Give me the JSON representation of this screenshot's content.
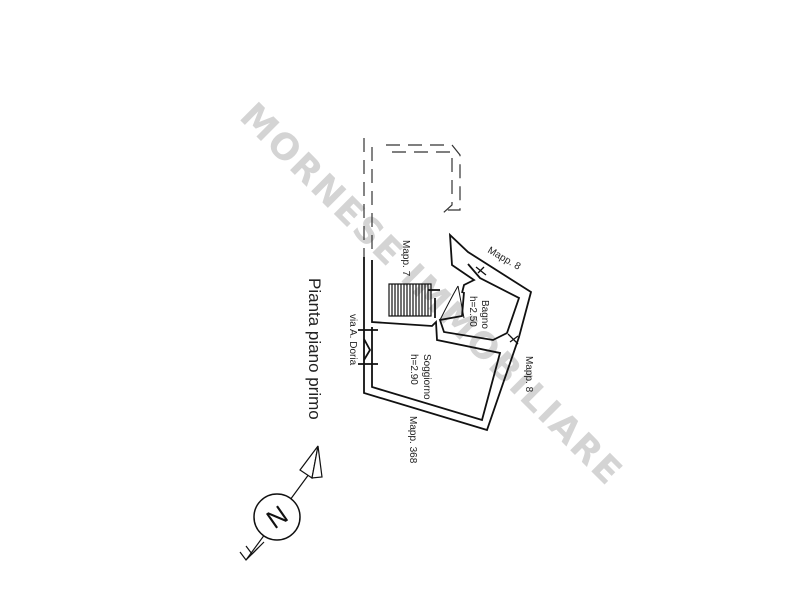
{
  "title": "Pianta piano primo",
  "watermark": "MORNESE IMMOBILIARE",
  "labels": {
    "mapp7": "Mapp. 7",
    "mapp8_top": "Mapp. 8",
    "mapp8_right": "Mapp. 8",
    "mapp368": "Mapp. 368",
    "street": "via A. Doria"
  },
  "rooms": [
    {
      "name": "Bagno",
      "height": "h=2.50"
    },
    {
      "name": "Soggiorno",
      "height": "h=2.90"
    }
  ],
  "north_symbol": "N",
  "icons": {
    "north": "north-arrow-icon",
    "stairs": "staircase-icon"
  }
}
